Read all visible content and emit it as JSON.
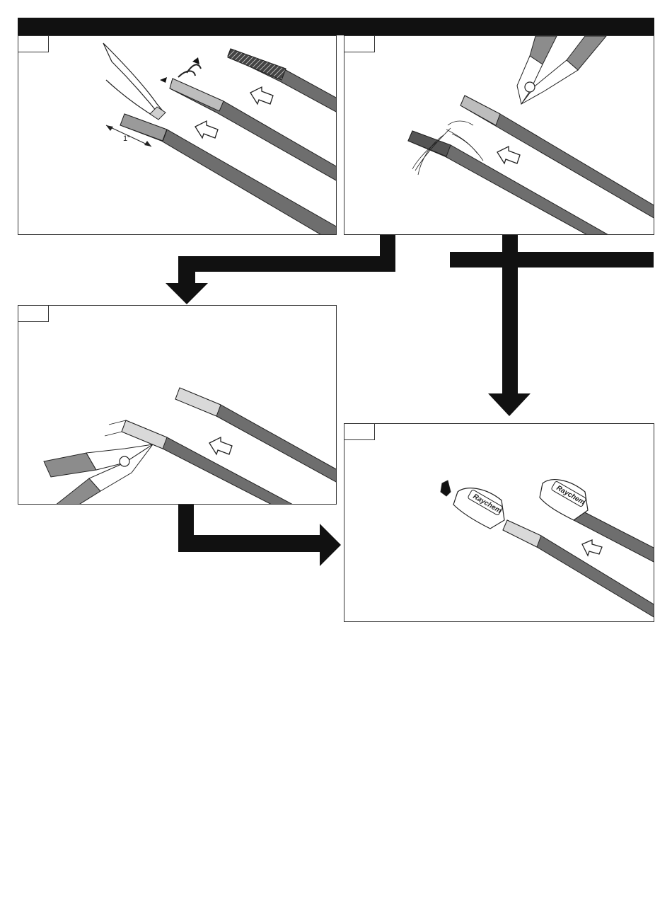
{
  "header": {
    "title": ""
  },
  "panels": [
    {
      "step": "",
      "dimension_label": "1\""
    },
    {
      "step": ""
    },
    {
      "step": ""
    },
    {
      "step": "",
      "brand_label_left": "Raychem",
      "brand_label_right": "Raychem"
    }
  ],
  "colors": {
    "cable_jacket": "#6e6e6e",
    "cable_highlight": "#9a9a9a",
    "exposed_core": "#d9d9d9",
    "flow_arrow": "#111111",
    "tool_handle": "#8c8c8c",
    "outline": "#222222"
  },
  "icons": [
    "utility-knife-icon",
    "flush-cutter-icon",
    "end-seal-icon",
    "push-direction-arrow-icon",
    "flow-arrow-icon"
  ]
}
